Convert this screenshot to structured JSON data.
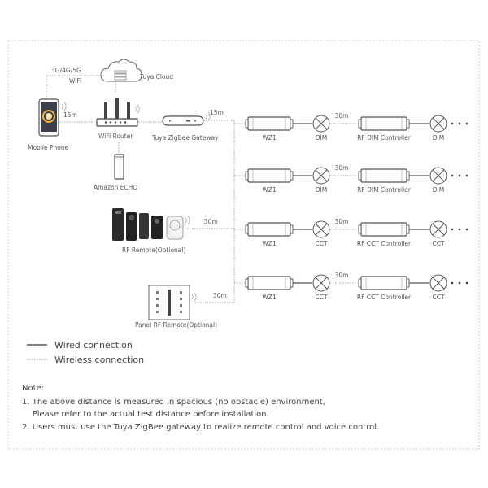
{
  "devices": {
    "phone": "Mobile Phone",
    "router": "WiFi Router",
    "cloud": "Tuya Cloud",
    "network": "3G/4G/5G",
    "wifi": "WiFi",
    "gateway": "Tuya ZigBee Gateway",
    "echo": "Amazon ECHO",
    "rf_remote": "RF Remote(Optional)",
    "panel_remote": "Panel RF Remote(Optional)"
  },
  "distances": {
    "phone_router": "15m",
    "router_gateway": "15m",
    "remote": "30m",
    "panel": "30m"
  },
  "rows": [
    {
      "module": "WZ1",
      "lamp1": "DIM",
      "distance": "30m",
      "controller": "RF DIM Controller",
      "lamp2": "DIM"
    },
    {
      "module": "WZ1",
      "lamp1": "DIM",
      "distance": "30m",
      "controller": "RF DIM Controller",
      "lamp2": "DIM"
    },
    {
      "module": "WZ1",
      "lamp1": "CCT",
      "distance": "30m",
      "controller": "RF CCT Controller",
      "lamp2": "CCT"
    },
    {
      "module": "WZ1",
      "lamp1": "CCT",
      "distance": "30m",
      "controller": "RF CCT Controller",
      "lamp2": "CCT"
    }
  ],
  "legend": {
    "wired": "Wired connection",
    "wireless": "Wireless connection"
  },
  "notes": {
    "title": "Note:",
    "line1": "1. The above distance is measured in spacious (no obstacle) environment,",
    "line2": "    Please refer to the actual test distance before installation.",
    "line3": "2. Users must use the Tuya ZigBee gateway to realize remote control and voice control."
  },
  "colors": {
    "line": "#777777",
    "device": "#555555",
    "text": "#555555",
    "border": "#bbbbbb"
  }
}
